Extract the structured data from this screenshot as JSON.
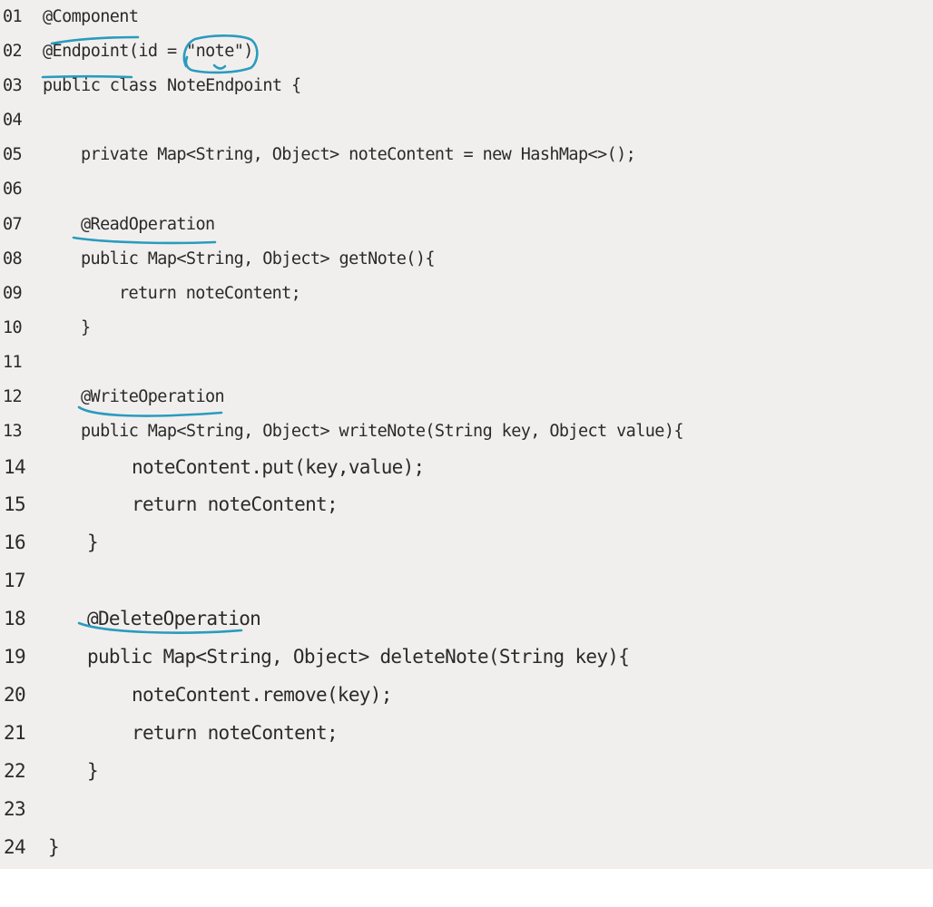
{
  "code": {
    "language": "java",
    "lines": [
      {
        "number": "01",
        "text": "@Component"
      },
      {
        "number": "02",
        "text": "@Endpoint(id = \"note\")"
      },
      {
        "number": "03",
        "text": "public class NoteEndpoint {"
      },
      {
        "number": "04",
        "text": ""
      },
      {
        "number": "05",
        "text": "    private Map<String, Object> noteContent = new HashMap<>();"
      },
      {
        "number": "06",
        "text": ""
      },
      {
        "number": "07",
        "text": "    @ReadOperation"
      },
      {
        "number": "08",
        "text": "    public Map<String, Object> getNote(){"
      },
      {
        "number": "09",
        "text": "        return noteContent;"
      },
      {
        "number": "10",
        "text": "    }"
      },
      {
        "number": "11",
        "text": ""
      },
      {
        "number": "12",
        "text": "    @WriteOperation"
      },
      {
        "number": "13",
        "text": "    public Map<String, Object> writeNote(String key, Object value){"
      },
      {
        "number": "14",
        "text": "        noteContent.put(key,value);"
      },
      {
        "number": "15",
        "text": "        return noteContent;"
      },
      {
        "number": "16",
        "text": "    }"
      },
      {
        "number": "17",
        "text": ""
      },
      {
        "number": "18",
        "text": "    @DeleteOperation"
      },
      {
        "number": "19",
        "text": "    public Map<String, Object> deleteNote(String key){"
      },
      {
        "number": "20",
        "text": "        noteContent.remove(key);"
      },
      {
        "number": "21",
        "text": "        return noteContent;"
      },
      {
        "number": "22",
        "text": "    }"
      },
      {
        "number": "23",
        "text": ""
      },
      {
        "number": "24",
        "text": "}"
      }
    ]
  },
  "annotation_color": "#2a9bbf"
}
